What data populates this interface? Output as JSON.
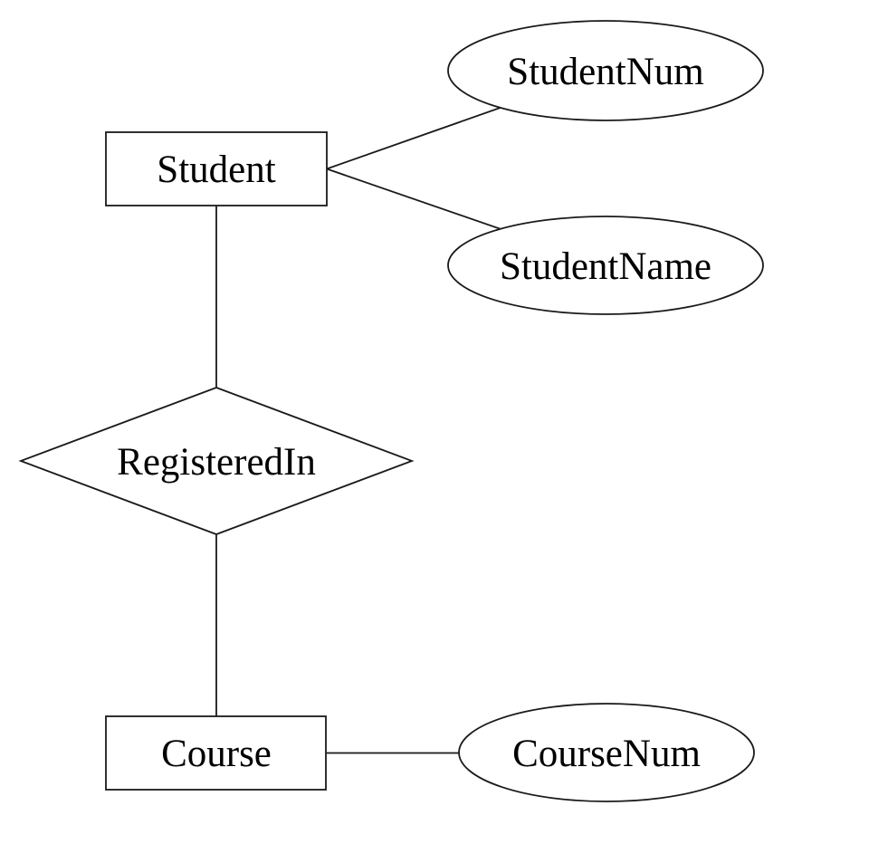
{
  "diagram": {
    "kind": "entity-relationship-diagram",
    "background_color": "#ffffff",
    "stroke_color": "#1a1a1a",
    "text_color": "#000000",
    "entities": [
      {
        "id": "student",
        "label": "Student",
        "shape": "rectangle"
      },
      {
        "id": "course",
        "label": "Course",
        "shape": "rectangle"
      }
    ],
    "relationships": [
      {
        "id": "registeredin",
        "label": "RegisteredIn",
        "shape": "diamond"
      }
    ],
    "attributes": [
      {
        "id": "studentnum",
        "label": "StudentNum",
        "shape": "ellipse",
        "attached_to": "Student"
      },
      {
        "id": "studentname",
        "label": "StudentName",
        "shape": "ellipse",
        "attached_to": "Student"
      },
      {
        "id": "coursenum",
        "label": "CourseNum",
        "shape": "ellipse",
        "attached_to": "Course"
      }
    ],
    "connections": [
      {
        "from": "Student",
        "to": "StudentNum"
      },
      {
        "from": "Student",
        "to": "StudentName"
      },
      {
        "from": "Student",
        "to": "RegisteredIn"
      },
      {
        "from": "RegisteredIn",
        "to": "Course"
      },
      {
        "from": "Course",
        "to": "CourseNum"
      }
    ]
  }
}
